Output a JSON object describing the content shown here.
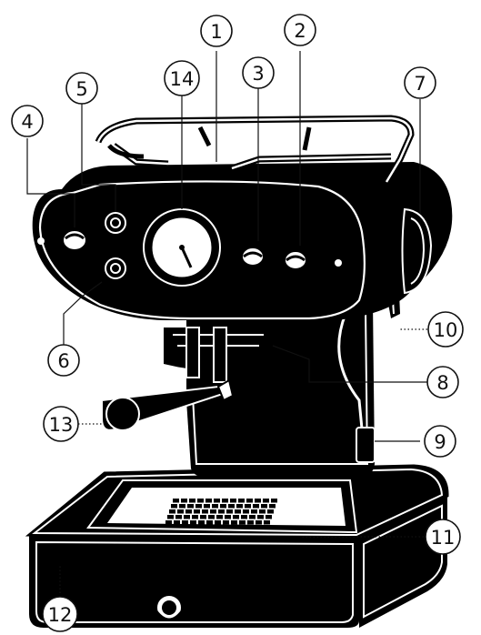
{
  "figure": {
    "subject": "espresso-machine-parts-diagram",
    "colors": {
      "body": "#000000",
      "line": "#ffffff",
      "background": "#ffffff"
    }
  },
  "callouts": [
    {
      "id": "c1",
      "label": "1"
    },
    {
      "id": "c2",
      "label": "2"
    },
    {
      "id": "c3",
      "label": "3"
    },
    {
      "id": "c4",
      "label": "4"
    },
    {
      "id": "c5",
      "label": "5"
    },
    {
      "id": "c6",
      "label": "6"
    },
    {
      "id": "c7",
      "label": "7"
    },
    {
      "id": "c8",
      "label": "8"
    },
    {
      "id": "c9",
      "label": "9"
    },
    {
      "id": "c10",
      "label": "10"
    },
    {
      "id": "c11",
      "label": "11"
    },
    {
      "id": "c12",
      "label": "12"
    },
    {
      "id": "c13",
      "label": "13"
    },
    {
      "id": "c14",
      "label": "14"
    }
  ]
}
